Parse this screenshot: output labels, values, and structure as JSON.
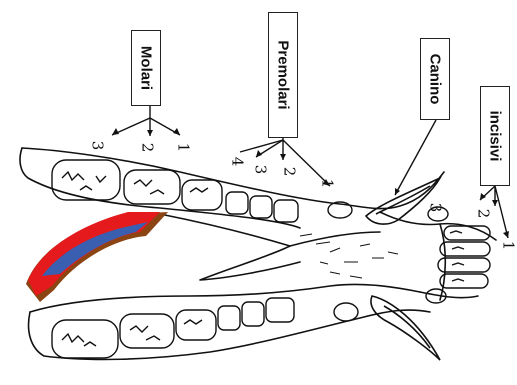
{
  "labels": {
    "molari": "Molari",
    "premolari": "Premolari",
    "canino": "Canino",
    "incisivi": "incisivi"
  },
  "numbers": {
    "molari": [
      "3",
      "2",
      "1"
    ],
    "premolari": [
      "4",
      "3",
      "2",
      "1"
    ],
    "incisivi": [
      "3",
      "2",
      "1"
    ]
  },
  "colors": {
    "ink": "#111111",
    "highlight_outer": "#8b4513",
    "highlight_mid": "#e41a1c",
    "highlight_inner": "#3a5fb0"
  }
}
